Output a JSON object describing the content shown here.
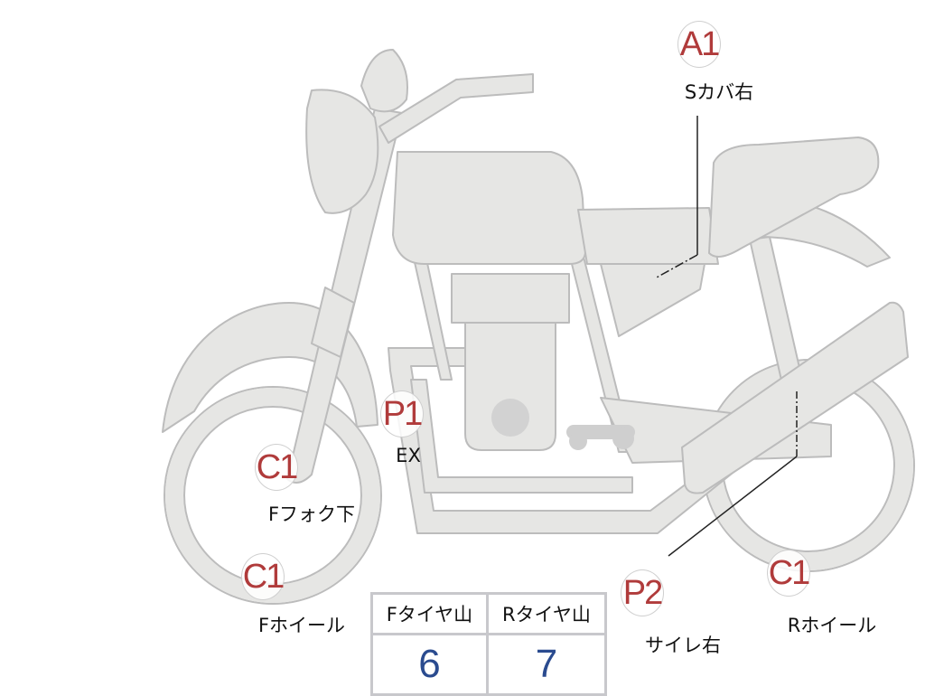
{
  "markers": [
    {
      "code": "A1",
      "label": "Sカバ右"
    },
    {
      "code": "P1",
      "label": "EX"
    },
    {
      "code": "C1",
      "label": "Fフォク下"
    },
    {
      "code": "C1",
      "label": "Fホイール"
    },
    {
      "code": "P2",
      "label": "サイレ右"
    },
    {
      "code": "C1",
      "label": "Rホイール"
    }
  ],
  "tread_table": {
    "headers": [
      "Fタイヤ山",
      "Rタイヤ山"
    ],
    "values": [
      "6",
      "7"
    ]
  },
  "colors": {
    "body": "#e6e6e4",
    "outline": "#bdbdbd",
    "marker": "#b03b3b",
    "value": "#2a4b8f"
  }
}
